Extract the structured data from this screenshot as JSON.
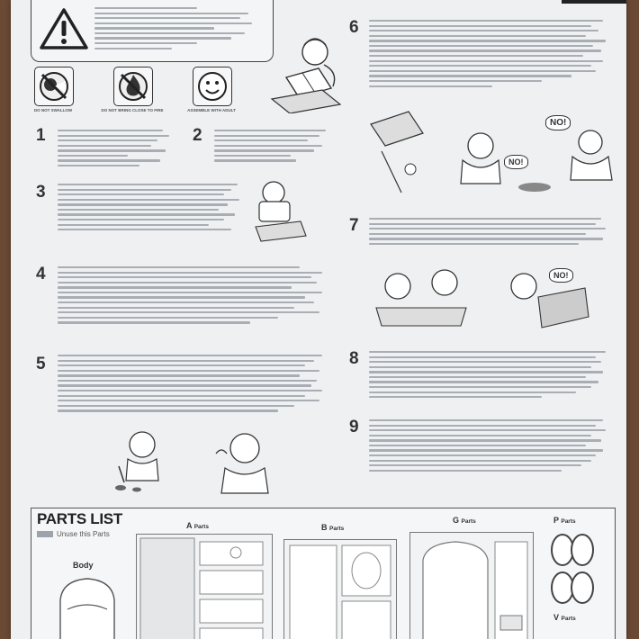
{
  "parts_list": {
    "title": "PARTS LIST",
    "unuse_note": "Unuse this Parts",
    "body_label": "Body",
    "groups": [
      {
        "letter": "A",
        "suffix": "Parts"
      },
      {
        "letter": "B",
        "suffix": "Parts"
      },
      {
        "letter": "G",
        "suffix": "Parts"
      },
      {
        "letter": "P",
        "suffix": "Parts"
      },
      {
        "letter": "V",
        "suffix": "Parts"
      }
    ]
  },
  "symbols": [
    {
      "icon": "no-swallow-icon",
      "caption": "DO NOT SWALLOW"
    },
    {
      "icon": "no-fire-icon",
      "caption": "DO NOT BRING CLOSE TO FIRE"
    },
    {
      "icon": "adult-assist-icon",
      "caption": "ASSEMBLE WITH ADULT"
    }
  ],
  "steps": [
    "1",
    "2",
    "3",
    "4",
    "5",
    "6",
    "7",
    "8",
    "9"
  ],
  "speech": [
    "NO!",
    "NO!",
    "NO!"
  ],
  "colors": {
    "paper": "#eef0f2",
    "ink": "#333333",
    "background": "#6b4a35"
  }
}
